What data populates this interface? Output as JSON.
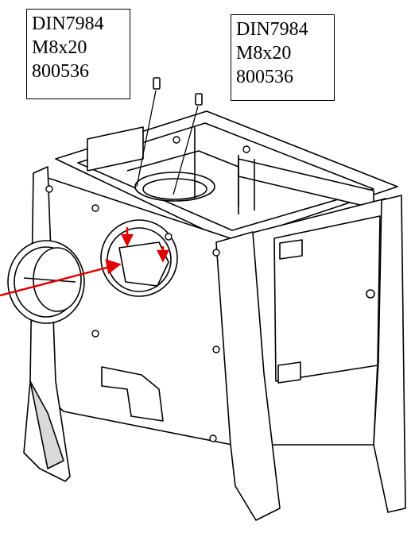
{
  "labels": [
    {
      "lines": [
        "DIN7984",
        "M8x20",
        "800536"
      ]
    },
    {
      "lines": [
        "DIN7984",
        "M8x20",
        "800536"
      ]
    }
  ],
  "colors": {
    "line": "#000000",
    "arrow": "#e00000",
    "fill": "#ffffff",
    "shade": "#d9d9d9"
  }
}
